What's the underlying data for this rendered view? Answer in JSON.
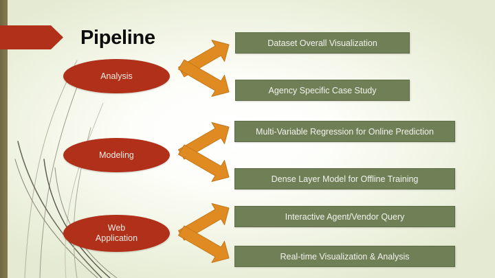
{
  "slide": {
    "title": "Pipeline",
    "banner_icon": "right-arrow-banner",
    "colors": {
      "accent_red": "#b0301a",
      "accent_green": "#708056",
      "accent_orange": "#e08a22",
      "edge_olive": "#7a7048",
      "background": "#e9eed9",
      "title_text": "#0d0d0d",
      "box_text": "#f2f2ee"
    }
  },
  "stages": [
    {
      "label": "Analysis"
    },
    {
      "label": "Modeling"
    },
    {
      "label_line1": "Web",
      "label_line2": "Application"
    }
  ],
  "outputs": [
    {
      "label": "Dataset Overall Visualization"
    },
    {
      "label": "Agency Specific Case Study"
    },
    {
      "label": "Multi-Variable Regression for Online Prediction"
    },
    {
      "label": "Dense Layer Model for Offline Training"
    },
    {
      "label": "Interactive Agent/Vendor Query"
    },
    {
      "label": "Real-time Visualization & Analysis"
    }
  ],
  "connectors": [
    {
      "name": "arrow-analysis-to-dataset-overall-visualization",
      "direction": "up-right"
    },
    {
      "name": "arrow-analysis-to-agency-specific-case-study",
      "direction": "down-right"
    },
    {
      "name": "arrow-modeling-to-multi-variable-regression",
      "direction": "up-right"
    },
    {
      "name": "arrow-modeling-to-dense-layer-model",
      "direction": "down-right"
    },
    {
      "name": "arrow-web-application-to-interactive-agent-vendor-query",
      "direction": "up-right"
    },
    {
      "name": "arrow-web-application-to-real-time-visualization",
      "direction": "down-right"
    }
  ]
}
